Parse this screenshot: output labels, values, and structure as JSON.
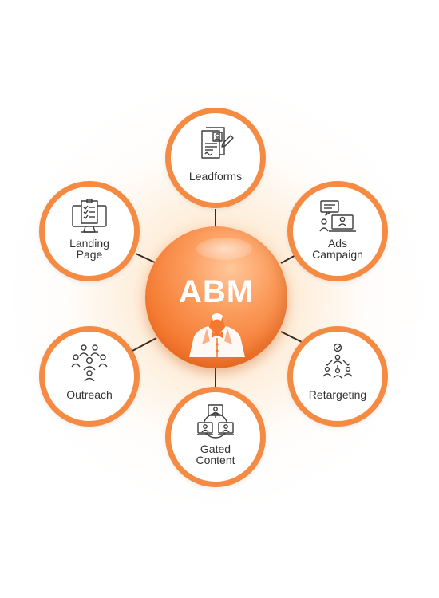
{
  "center": {
    "title": "ABM"
  },
  "nodes": [
    {
      "id": "leadforms",
      "lines": [
        "Leadforms"
      ],
      "icon": "leadform-document-icon"
    },
    {
      "id": "ads-campaign",
      "lines": [
        "Ads",
        "Campaign"
      ],
      "icon": "ads-campaign-laptop-icon"
    },
    {
      "id": "retargeting",
      "lines": [
        "Retargeting"
      ],
      "icon": "retargeting-network-icon"
    },
    {
      "id": "gated-content",
      "lines": [
        "Gated",
        "Content"
      ],
      "icon": "gated-content-video-call-icon"
    },
    {
      "id": "outreach",
      "lines": [
        "Outreach"
      ],
      "icon": "outreach-team-icon"
    },
    {
      "id": "landing-page",
      "lines": [
        "Landing",
        "Page"
      ],
      "icon": "landing-page-monitor-icon"
    }
  ],
  "colors": {
    "accent": "#f58a43",
    "center_fill": "#f4782f",
    "connector": "#3a2a20",
    "icon_stroke": "#3d3d3d",
    "text": "#333333"
  }
}
